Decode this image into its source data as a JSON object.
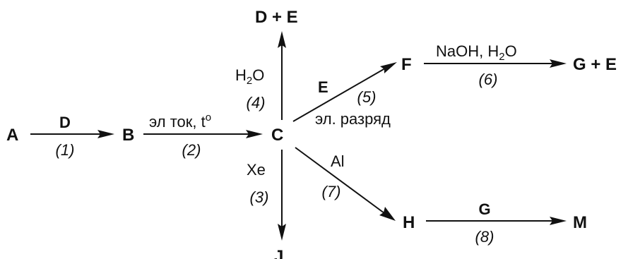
{
  "nodes": {
    "A": "A",
    "B": "B",
    "C": "C",
    "DE": "D + E",
    "F": "F",
    "GE": "G + E",
    "H": "H",
    "M": "M",
    "J": "J"
  },
  "reactions": {
    "r1": {
      "reagent": "D",
      "step": "(1)"
    },
    "r2": {
      "reagent": "эл ток, t",
      "degree": "o",
      "step": "(2)"
    },
    "r3": {
      "reagent": "Xe",
      "step": "(3)"
    },
    "r4": {
      "reagent_pre": "H",
      "reagent_sub": "2",
      "reagent_post": "O",
      "step": "(4)"
    },
    "r5": {
      "reagent": "E",
      "condition": "эл. разряд",
      "step": "(5)"
    },
    "r6": {
      "reagent_pre": "NaOH, H",
      "reagent_sub": "2",
      "reagent_post": "O",
      "step": "(6)"
    },
    "r7": {
      "reagent": "Al",
      "step": "(7)"
    },
    "r8": {
      "reagent": "G",
      "step": "(8)"
    }
  }
}
